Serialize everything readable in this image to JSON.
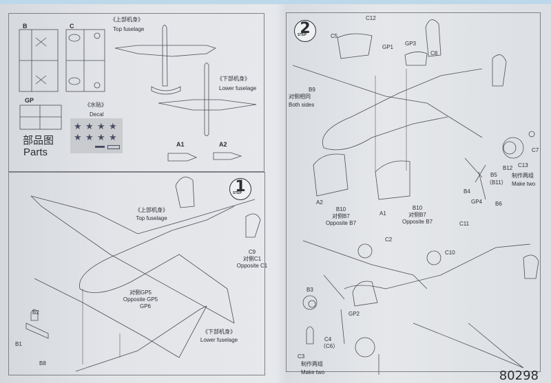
{
  "document": {
    "code": "80298",
    "parts_panel": {
      "sprue_labels": [
        "B",
        "C",
        "GP"
      ],
      "title_cn": "部品图",
      "title_en": "Parts",
      "top_fuselage_cn": "《上部机身》",
      "top_fuselage_en": "Top fuselage",
      "lower_fuselage_cn": "《下部机身》",
      "lower_fuselage_en": "Lower fuselage",
      "decal_cn": "《水贴》",
      "decal_en": "Decal",
      "part_a1": "A1",
      "part_a2": "A2",
      "decal_stars": 8
    },
    "step1": {
      "step_number": "1",
      "step_word": "STEP",
      "top_fuselage_cn": "《上部机身》",
      "top_fuselage_en": "Top fuselage",
      "c9": "C9",
      "c9_opposite_cn": "对侧C1",
      "c9_opposite_en": "Opposite C1",
      "gp5_cn": "对侧GP5",
      "gp5_en": "Opposite GP5",
      "gp6": "GP6",
      "lower_fuselage_cn": "《下部机身》",
      "lower_fuselage_en": "Lower fuselage",
      "b2": "B2",
      "b1": "B1",
      "b8": "B8"
    },
    "step2": {
      "step_number": "2",
      "step_word": "STEP",
      "c12": "C12",
      "c5": "C5",
      "gp1": "GP1",
      "gp3": "GP3",
      "c8": "C8",
      "b9": "B9",
      "b9_both_cn": "对侧相同",
      "b9_both_en": "Both sides",
      "c7": "C7",
      "c13": "C13",
      "b12": "B12",
      "b5": "B5",
      "b11": "（B11）",
      "make_two_cn": "制作两组",
      "make_two_en": "Make two",
      "b4": "B4",
      "a2": "A2",
      "a1": "A1",
      "b10_left": "B10",
      "b10_left_cn": "对侧B7",
      "b10_left_en": "Opposite B7",
      "b10_right": "B10",
      "b10_right_cn": "对侧B7",
      "b10_right_en": "Opposite B7",
      "gp4": "GP4",
      "b6": "B6",
      "c11": "C11",
      "c2": "C2",
      "c10": "C10",
      "b3": "B3",
      "gp2": "GP2",
      "c4": "C4",
      "c6": "（C6）",
      "c3": "C3",
      "make_two2_cn": "制作两组",
      "make_two2_en": "Make two"
    }
  }
}
